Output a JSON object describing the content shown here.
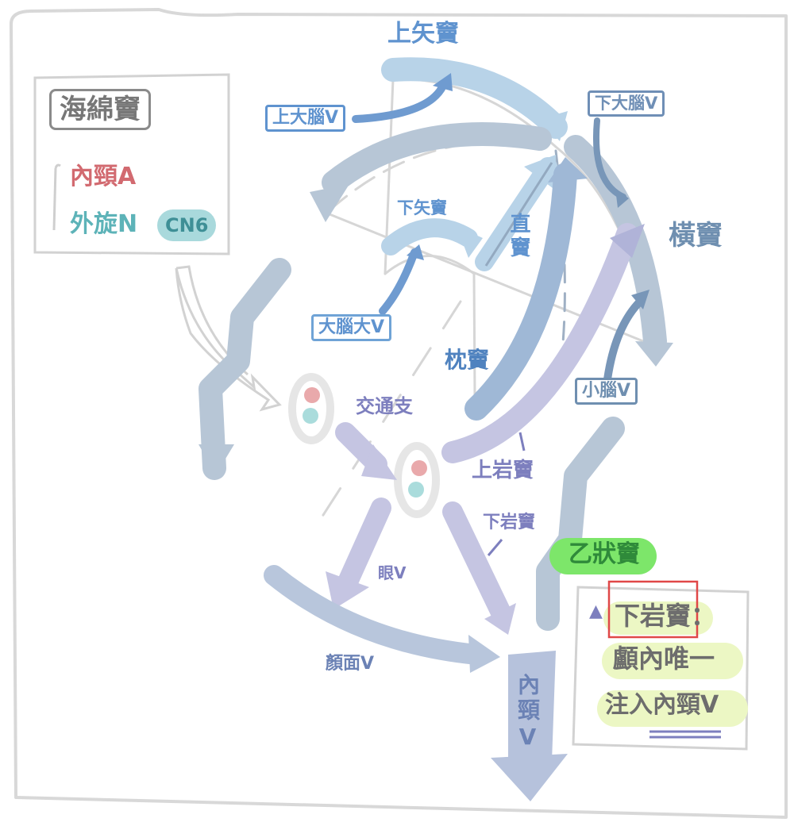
{
  "diagram": {
    "topic": "dural-venous-sinuses",
    "legend_box": {
      "title": "海綿竇",
      "items": [
        {
          "text": "內頸A",
          "color": "#d26a70"
        },
        {
          "text": "外旋N",
          "color": "#5db3b8"
        }
      ],
      "badge": {
        "text": "CN6",
        "bg": "#a9d9dc",
        "color": "#3e8f96"
      }
    },
    "labels": {
      "superior_sagittal": "上矢竇",
      "superior_cerebral_v": "上大腦V",
      "inferior_cerebral_v": "下大腦V",
      "transverse": "橫竇",
      "inferior_sagittal": "下矢竇",
      "straight": "直竇",
      "great_cerebral_v": "大腦大V",
      "occipital": "枕竇",
      "cerebellar_v": "小腦V",
      "intercavernous": "交通支",
      "superior_petrosal": "上岩竇",
      "inferior_petrosal": "下岩竇",
      "sigmoid": "乙狀竇",
      "ophthalmic_v": "眼V",
      "facial_v": "顏面V",
      "internal_jugular_v": "內頸V"
    },
    "note_box": {
      "bullet": "▲",
      "lines": [
        "下岩竇：",
        "顱內唯一",
        "注入內頸V"
      ],
      "underlined": "內頸V",
      "highlight_color": "#ecf7c4",
      "marker_color": "#e04848"
    },
    "colors": {
      "light_blue": "#b8d3e8",
      "mid_blue": "#9fb8d6",
      "slate": "#b7c6d6",
      "lavender": "#c5c5e2",
      "arrow_blue": "#6f9bd0",
      "arrow_slate": "#7896b8",
      "sigmoid_green": "#7de66a",
      "cavernous_red": "#e9a9ab",
      "cavernous_teal": "#aadcdc",
      "guide_gray": "#d6d6d6"
    }
  }
}
